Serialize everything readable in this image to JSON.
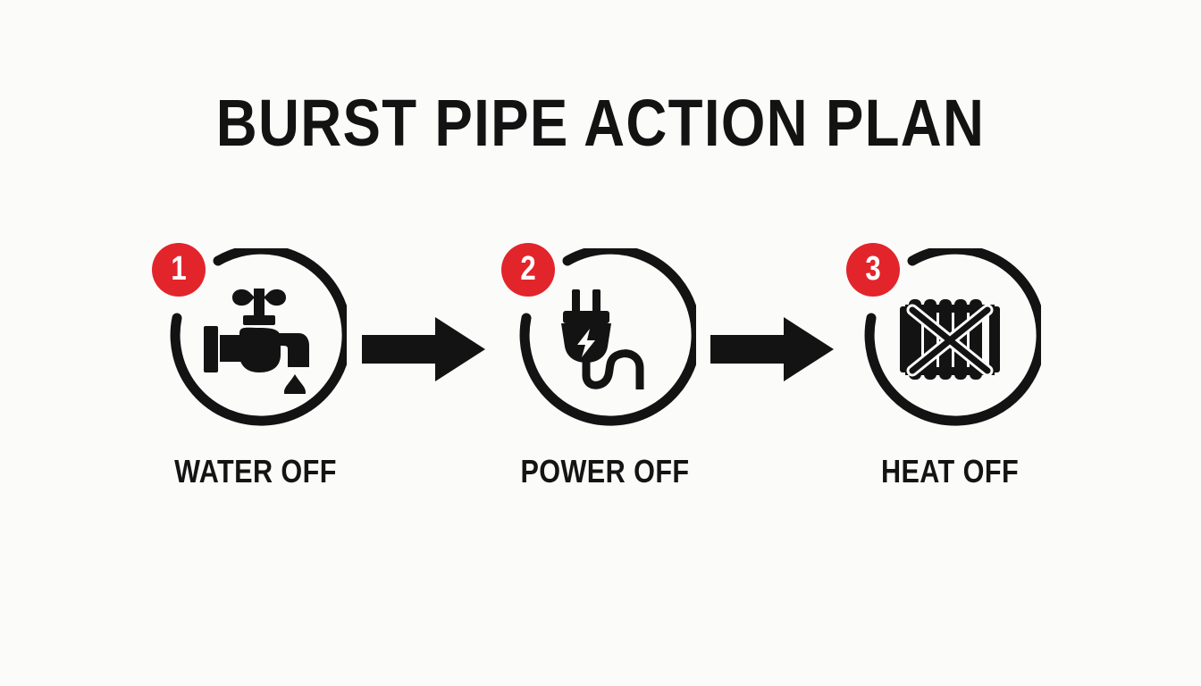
{
  "page": {
    "title": "BURST PIPE ACTION PLAN",
    "background_color": "#fbfbfa",
    "accent_color": "#e2252b",
    "ink_color": "#131313"
  },
  "steps": [
    {
      "number": "1",
      "label": "WATER OFF",
      "icon": "faucet-drip-icon"
    },
    {
      "number": "2",
      "label": "POWER OFF",
      "icon": "electric-plug-icon"
    },
    {
      "number": "3",
      "label": "HEAT OFF",
      "icon": "radiator-crossed-out-icon"
    }
  ],
  "connectors": [
    {
      "name": "arrow-right-1"
    },
    {
      "name": "arrow-right-2"
    }
  ]
}
